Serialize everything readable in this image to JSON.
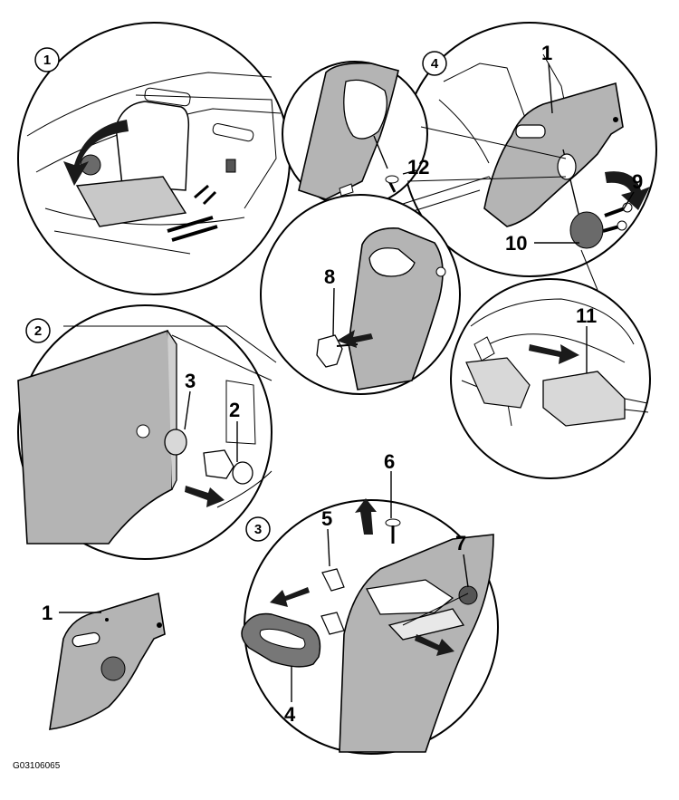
{
  "steps": [
    "1",
    "2",
    "3",
    "4"
  ],
  "callouts": {
    "c1_top": "1",
    "c1_bottom": "1",
    "c2": "2",
    "c3": "3",
    "c4": "4",
    "c5": "5",
    "c6": "6",
    "c7": "7",
    "c8": "8",
    "c9": "9",
    "c10": "10",
    "c11": "11",
    "c12": "12"
  },
  "doc_id": "G03106065",
  "colors": {
    "panel": "#b4b4b4",
    "panel_dark": "#8e8e8e",
    "line": "#000000"
  }
}
